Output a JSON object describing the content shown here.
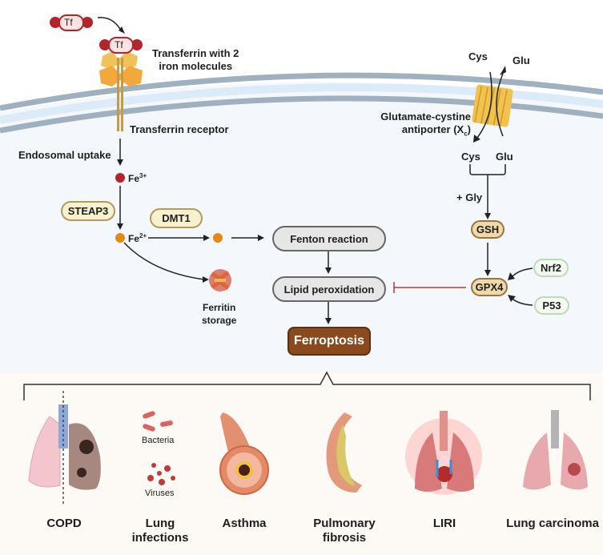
{
  "top": {
    "transferrin_free": "Tf",
    "transferrin_bound": "Tf",
    "transferrin_label": "Transferrin with 2\niron molecules",
    "receptor_label": "Transferrin receptor",
    "endosomal_label": "Endosomal uptake",
    "fe3": "Fe",
    "fe3_sup": "3+",
    "fe2": "Fe",
    "fe2_sup": "2+",
    "steap3": "STEAP3",
    "dmt1": "DMT1",
    "ferritin_label": "Ferritin\nstorage",
    "fenton": "Fenton reaction",
    "lipid": "Lipid peroxidation",
    "ferroptosis": "Ferroptosis",
    "xc_label_line1": "Glutamate-cystine",
    "xc_label_line2": "antiporter (X",
    "xc_sub": "c",
    "xc_close": ")",
    "cys_out": "Cys",
    "glu_out": "Glu",
    "cys_in": "Cys",
    "glu_in": "Glu",
    "gly": "+ Gly",
    "gsh": "GSH",
    "gpx4": "GPX4",
    "nrf2": "Nrf2",
    "p53": "P53"
  },
  "diseases": [
    {
      "label": "COPD"
    },
    {
      "label": "Lung\ninfections",
      "sub1": "Bacteria",
      "sub2": "Viruses"
    },
    {
      "label": "Asthma"
    },
    {
      "label": "Pulmonary\nfibrosis"
    },
    {
      "label": "LIRI"
    },
    {
      "label": "Lung carcinoma"
    }
  ],
  "colors": {
    "cell_bg": "#f4f8fd",
    "membrane": "#9fb0be",
    "membrane_inner": "#dcebf8",
    "bottom_bg": "#fdf9f5",
    "ferroptosis": "#8a4a1e",
    "inhibit": "#c0392b",
    "iron_red": "#b3242b",
    "iron_orange": "#e38a10"
  }
}
